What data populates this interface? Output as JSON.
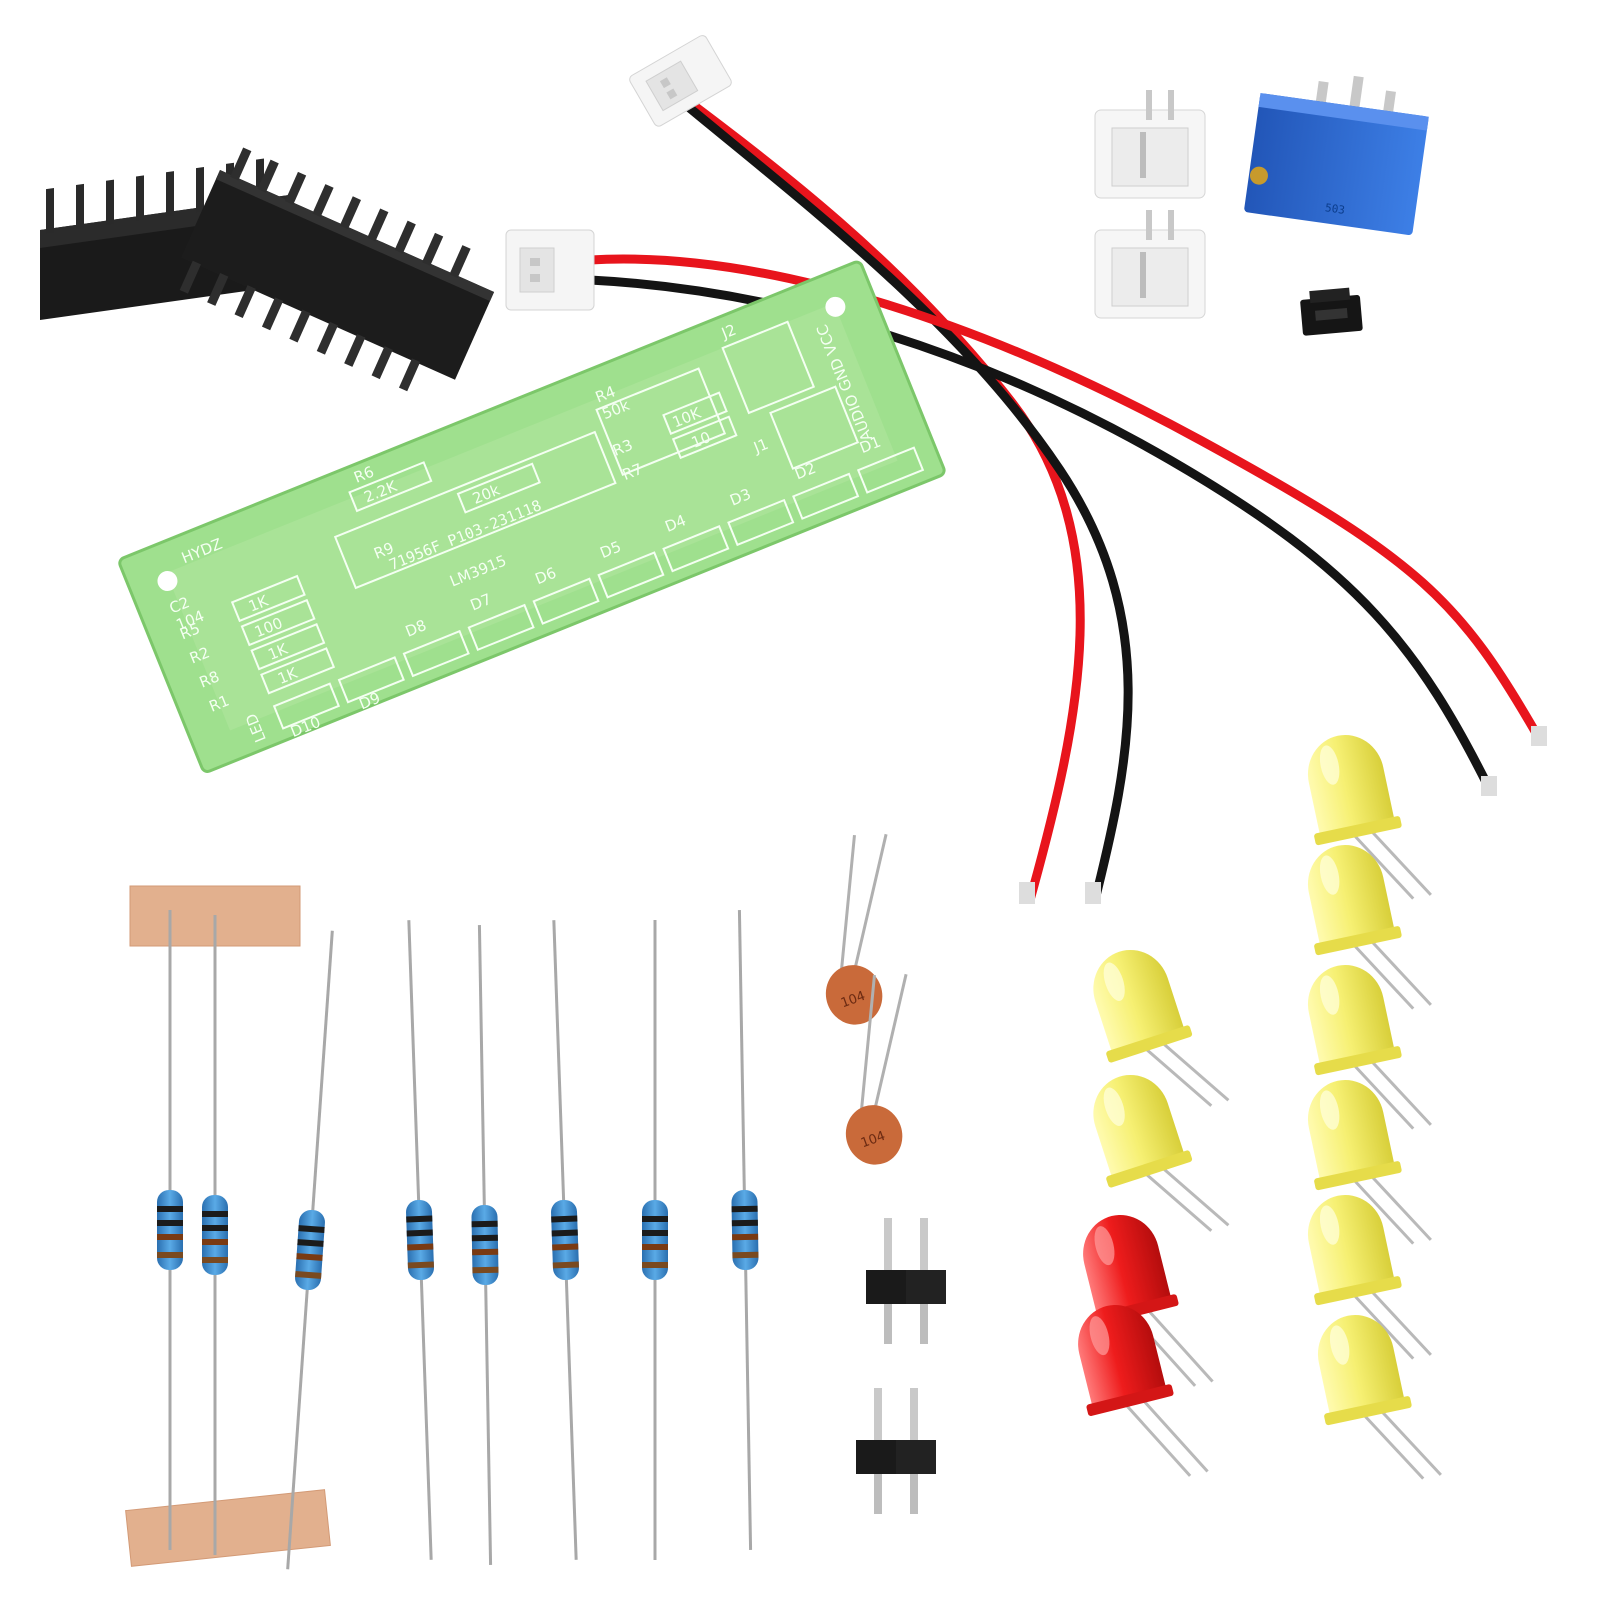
{
  "pcb": {
    "board_id": "HYDZ",
    "chip_label": "LM3915",
    "part_code": "71956F_P103-231118",
    "audio_label": "AUDIO GND VCC",
    "resistors": [
      {
        "ref": "R5",
        "value": "1K"
      },
      {
        "ref": "R2",
        "value": "100"
      },
      {
        "ref": "R8",
        "value": "1K"
      },
      {
        "ref": "R1",
        "value": "1K"
      },
      {
        "ref": "R6",
        "value": "2.2K"
      },
      {
        "ref": "R9",
        "value": "20k"
      },
      {
        "ref": "R3",
        "value": "10K"
      },
      {
        "ref": "R7",
        "value": "10"
      },
      {
        "ref": "R4",
        "value": "50k"
      }
    ],
    "cap": {
      "ref": "C2",
      "value": "104"
    },
    "connectors": [
      "J1",
      "J2"
    ],
    "led_silk": "LED",
    "diodes": [
      "D1",
      "D2",
      "D3",
      "D4",
      "D5",
      "D6",
      "D7",
      "D8",
      "D9",
      "D10"
    ]
  },
  "potentiometer": {
    "code": "503"
  },
  "ceramic_capacitor": {
    "code": "104"
  },
  "colors": {
    "pcb_green": "#9fe08e",
    "wire_red": "#e8141c",
    "wire_black": "#141414",
    "led_yellow": "#f3ee6a",
    "led_red": "#ee1c1c",
    "pot_blue": "#2f6fd8",
    "tape": "#e2b08e",
    "resistor_blue": "#3f8fd0"
  }
}
